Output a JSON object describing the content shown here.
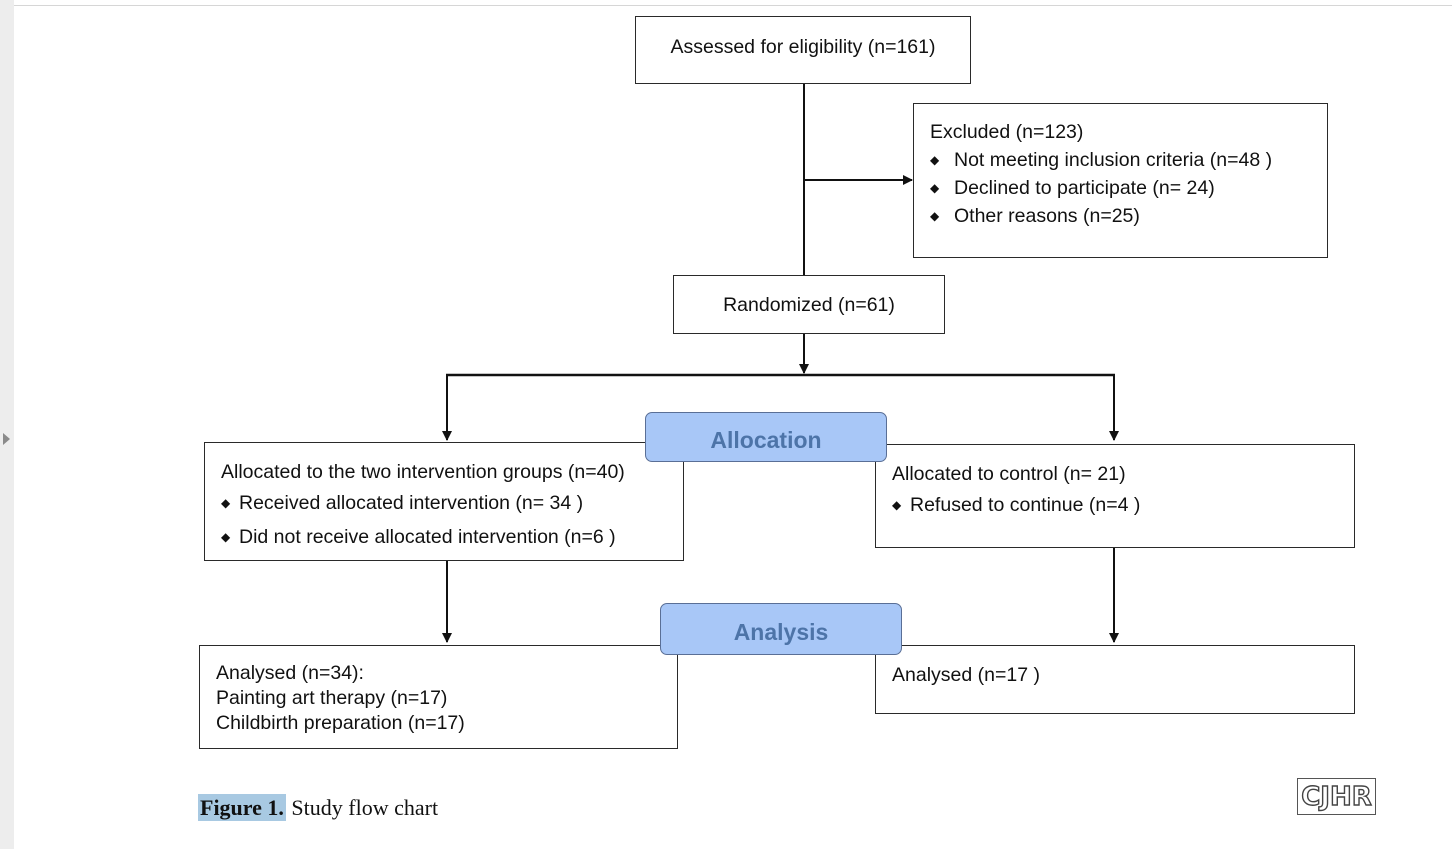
{
  "assessed": {
    "text": "Assessed for eligibility (n=161)"
  },
  "excluded": {
    "title": "Excluded (n=123)",
    "bullet_glyph": "◆",
    "items": [
      "Not meeting inclusion criteria (n=48 )",
      "Declined to participate (n= 24)",
      "Other reasons (n=25)"
    ]
  },
  "randomized": {
    "text": "Randomized (n=61)"
  },
  "stage_labels": {
    "allocation": "Allocation",
    "analysis": "Analysis"
  },
  "allocated_intervention": {
    "title": "Allocated to the two intervention groups (n=40)",
    "items": [
      "Received allocated intervention (n= 34 )",
      "Did not receive allocated intervention (n=6 )"
    ]
  },
  "allocated_control": {
    "title": "Allocated to control (n= 21)",
    "items": [
      "Refused to continue (n=4  )"
    ]
  },
  "analysed_intervention": {
    "lines": [
      "Analysed  (n=34):",
      "Painting art therapy (n=17)",
      "Childbirth preparation (n=17)"
    ]
  },
  "analysed_control": {
    "text": "Analysed  (n=17  )"
  },
  "caption": {
    "label": "Figure 1.",
    "text": " Study flow chart"
  },
  "logo": {
    "text": "CJHR"
  },
  "colors": {
    "stage_fill": "#a8c7f7",
    "stage_text": "#4d74a8",
    "caption_highlight": "#a8c9e2"
  }
}
